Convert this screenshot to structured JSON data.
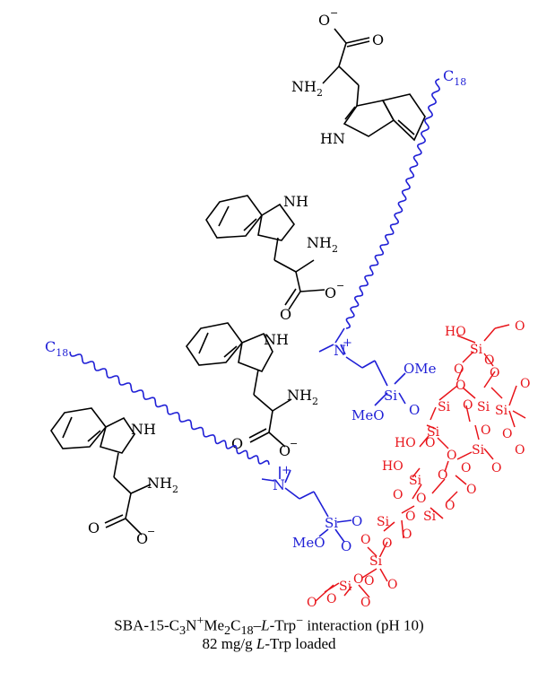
{
  "colors": {
    "trp": "#000000",
    "linker": "#1f1fd6",
    "silica": "#e8141a"
  },
  "labels": {
    "c18": "C",
    "c18_sub": "18",
    "nh2": "NH",
    "nh2_sub": "2",
    "nh": "NH",
    "hn": "HN",
    "nh_wedge": "NH",
    "o_minus": "O",
    "minus": "−",
    "o": "O",
    "n": "N",
    "plus": "+",
    "ome": "OMe",
    "meo": "MeO",
    "ho": "HO",
    "si": "Si"
  },
  "caption": {
    "line1_prefix": "SBA-15-C",
    "line1_sub1": "3",
    "line1_n": "N",
    "line1_plus": "+",
    "line1_me": "Me",
    "line1_sub2": "2",
    "line1_c": "C",
    "line1_sub3": "18",
    "line1_dash": "–",
    "line1_l": "L",
    "line1_trp": "-Trp",
    "line1_minus": "−",
    "line1_suffix": " interaction (pH 10)",
    "line2_prefix": "82 mg/g ",
    "line2_l": "L",
    "line2_suffix": "-Trp loaded"
  }
}
